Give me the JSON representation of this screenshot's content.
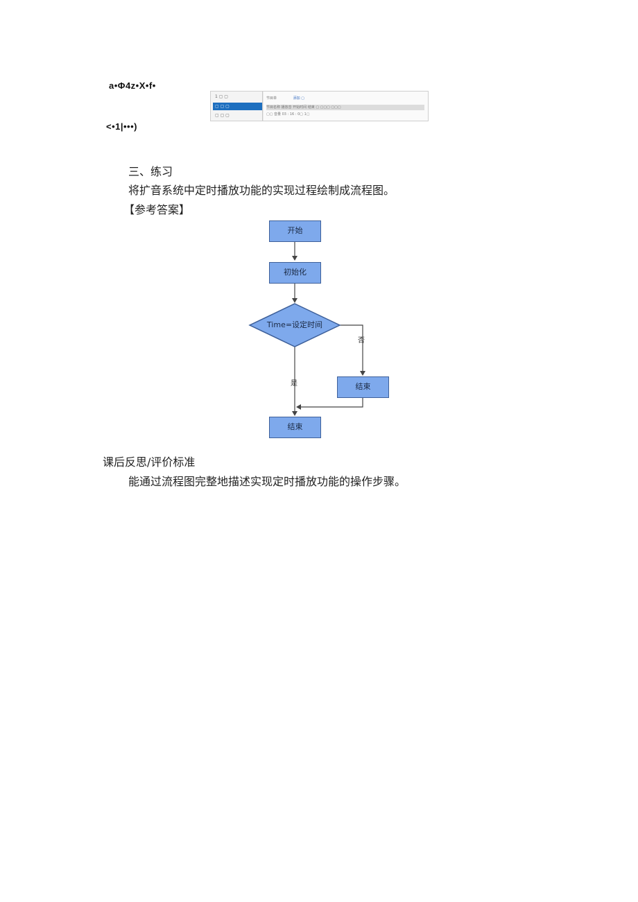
{
  "top_fragment": {
    "line1": "a•Φ4z•X•f•",
    "line2": "<•1|•••)"
  },
  "thumbnail": {
    "sidebar": [
      "1 ▢ ▢",
      "▢ ▢ ▢",
      "▢ ▢ ▢"
    ],
    "title": "节目单",
    "link": "添加 ▢",
    "header": "节目名称        播放音        开始时间    结束 ▢        ▢▢▢        ▢▢▢",
    "row": "▢▢        音量        03 : 16 : 0▢                                              1▢"
  },
  "section": {
    "heading": "三、练习",
    "task": "将扩音系统中定时播放功能的实现过程绘制成流程图。",
    "answer_label": "【参考答案】"
  },
  "flowchart": {
    "nodes": {
      "start": "开始",
      "init": "初始化",
      "decision": "Time=设定时间",
      "end_no": "结束",
      "end_yes": "结束"
    },
    "edge_labels": {
      "no": "否",
      "yes": "是"
    },
    "colors": {
      "node_fill": "#7ea9ec",
      "node_border": "#3d5f99",
      "edge": "#444444"
    }
  },
  "reflection": {
    "heading": "课后反思/评价标准",
    "text": "能通过流程图完整地描述实现定时播放功能的操作步骤。"
  }
}
